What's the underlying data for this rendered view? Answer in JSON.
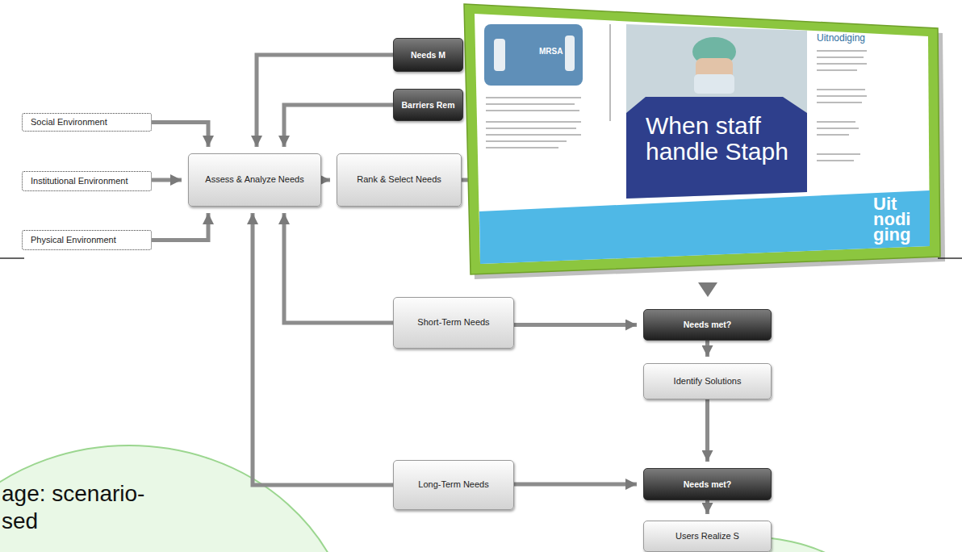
{
  "diagram": {
    "nodes": [
      {
        "text": [
          "Needs M"
        ]
      },
      {
        "text": [
          "Barriers Rem"
        ]
      },
      {
        "text": [
          "Social Environment"
        ]
      },
      {
        "text": [
          "Institutional Environment"
        ]
      },
      {
        "text": [
          "Physical Environment"
        ]
      },
      {
        "text": [
          "Assess & Analyze Needs"
        ]
      },
      {
        "text": [
          "Rank & Select Needs"
        ]
      },
      {
        "text": [
          "Short-Term Needs"
        ]
      },
      {
        "text": [
          "Needs met?"
        ]
      },
      {
        "text": [
          "Identify Solutions"
        ]
      },
      {
        "text": [
          "Long-Term Needs"
        ]
      },
      {
        "text": [
          "Needs met?"
        ]
      },
      {
        "text": [
          "Users Realize S"
        ]
      },
      {
        "text": [
          "age: scenario- sed"
        ]
      }
    ],
    "edges": [
      {
        "from": 0,
        "to": 5,
        "arrow": "to"
      },
      {
        "from": 1,
        "to": 5,
        "arrow": "to"
      },
      {
        "from": 2,
        "to": 5,
        "arrow": "to"
      },
      {
        "from": 3,
        "to": 5,
        "arrow": "to"
      },
      {
        "from": 4,
        "to": 5,
        "arrow": "to"
      },
      {
        "from": 5,
        "to": 6,
        "arrow": "to"
      },
      {
        "from": 7,
        "to": 5,
        "arrow": "to"
      },
      {
        "from": 7,
        "to": 8,
        "arrow": "to"
      },
      {
        "from": 8,
        "to": 9,
        "arrow": "to"
      },
      {
        "from": 9,
        "to": 11,
        "arrow": "to"
      },
      {
        "from": 10,
        "to": 5,
        "arrow": "to"
      },
      {
        "from": 10,
        "to": 11,
        "arrow": "to"
      },
      {
        "from": 11,
        "to": 12,
        "arrow": "to"
      }
    ],
    "labels": [
      "MRSA",
      "When staff handle Staph",
      "Uitnodiging",
      "Uit nodi ging"
    ]
  }
}
